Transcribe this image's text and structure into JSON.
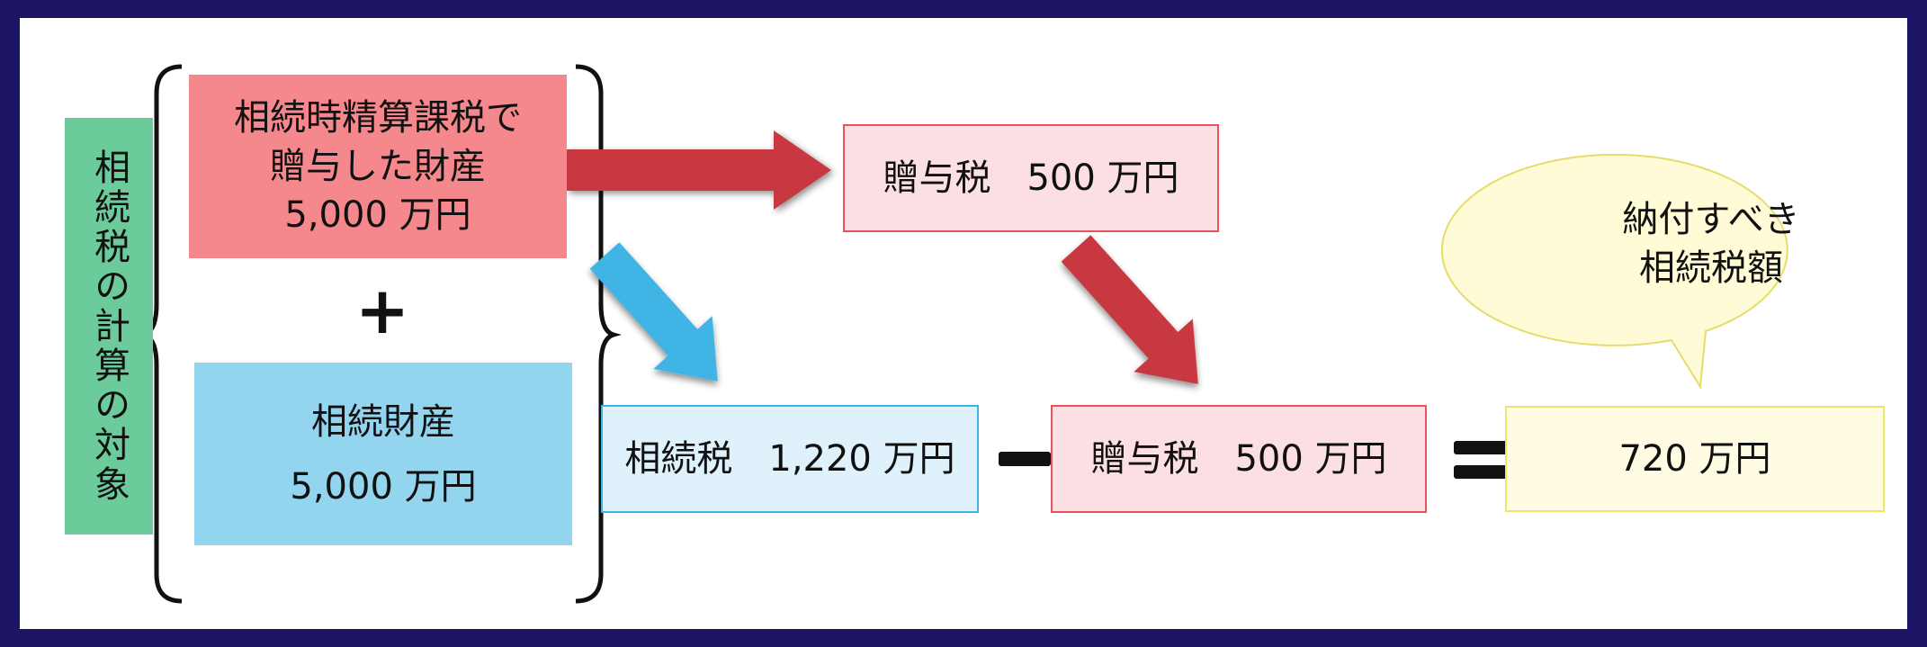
{
  "side_label": "相続税の計算の対象",
  "gift_box": {
    "line1": "相続時精算課税で",
    "line2": "贈与した財産",
    "line3": "5,000 万円"
  },
  "plus_sign": "+",
  "estate_box": {
    "line1": "相続財産",
    "line2": "5,000 万円"
  },
  "gift_tax_box": {
    "text": "贈与税　500 万円"
  },
  "inheritance_tax_box": {
    "text": "相続税　1,220 万円"
  },
  "deducted_gift_tax_box": {
    "text": "贈与税　500 万円"
  },
  "result_box": {
    "text": "720 万円"
  },
  "bubble": {
    "line1": "納付すべき",
    "line2": "相続税額"
  },
  "colors": {
    "frame": "#1c1464",
    "side_label": "#6bcb9b",
    "gift_box": "#f5888c",
    "estate_box": "#93d4ef",
    "red_arrow": "#c8373f",
    "blue_arrow": "#41b4e5",
    "bubble": "#fffbd6"
  }
}
